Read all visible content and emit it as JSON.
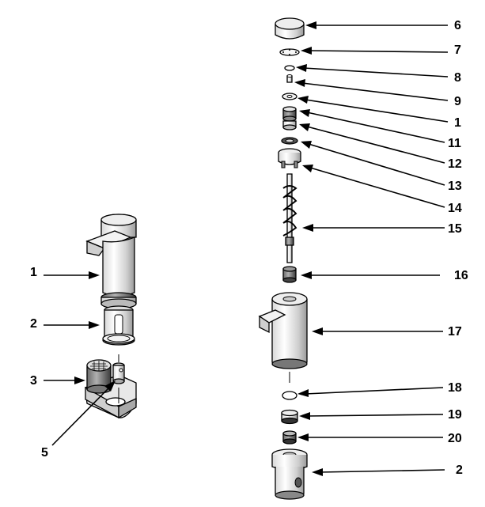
{
  "diagram": {
    "type": "exploded-parts-view",
    "callouts": {
      "left_1": "1",
      "left_2": "2",
      "left_3": "3",
      "left_5": "5",
      "right_6": "6",
      "right_7": "7",
      "right_8": "8",
      "right_9": "9",
      "right_1": "1",
      "right_11": "11",
      "right_12": "12",
      "right_13": "13",
      "right_14": "14",
      "right_15": "15",
      "right_16": "16",
      "right_17": "17",
      "right_18": "18",
      "right_19": "19",
      "right_20": "20",
      "right_2": "2"
    }
  }
}
